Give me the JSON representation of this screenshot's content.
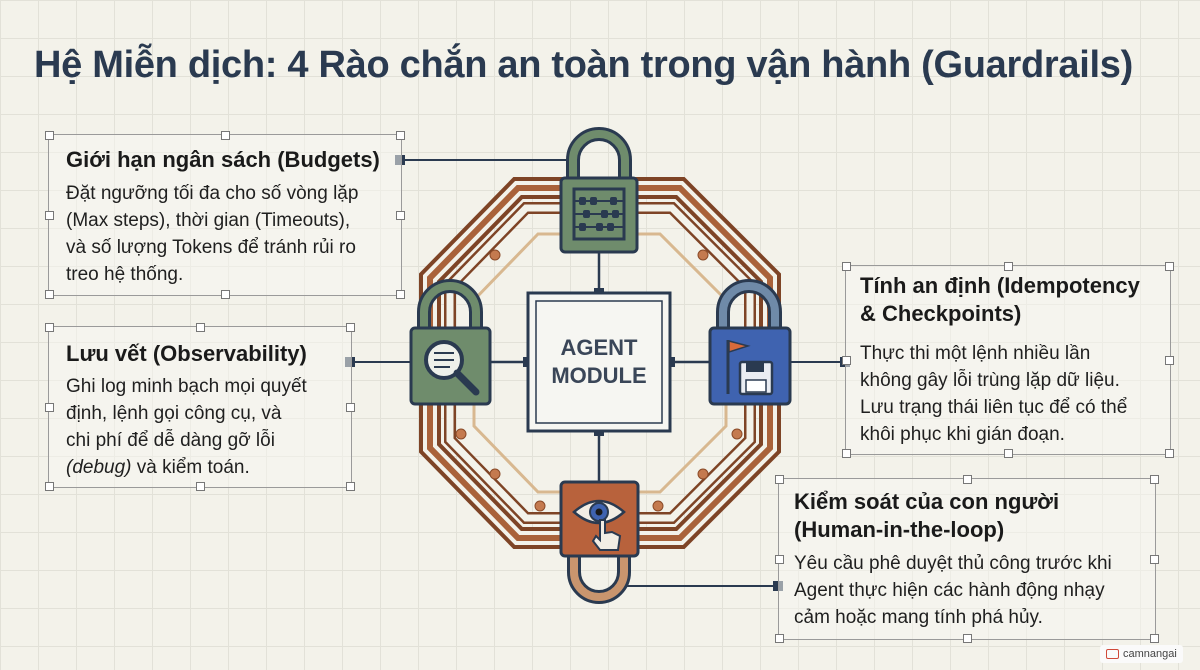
{
  "title": "Hệ Miễn dịch: 4 Rào chắn an toàn trong vận hành (Guardrails)",
  "center": {
    "line1": "AGENT",
    "line2": "MODULE"
  },
  "guardrails": [
    {
      "id": "budgets",
      "title": "Giới hạn ngân sách (Budgets)",
      "body": [
        "Đặt ngưỡng tối đa cho số vòng lặp",
        "(Max steps), thời gian (Timeouts),",
        "và số lượng Tokens để tránh rủi ro",
        "treo hệ thống."
      ],
      "icon": "abacus-lock-icon",
      "color": "#6f8c6c"
    },
    {
      "id": "observability",
      "title": "Lưu vết (Observability)",
      "body": [
        "Ghi log minh bạch mọi quyết",
        "định, lệnh gọi công cụ, và",
        "chi phí để dễ dàng gỡ lỗi",
        "(debug) và kiểm toán."
      ],
      "body_italic": "debug",
      "icon": "magnifier-lock-icon",
      "color": "#6f8c6c"
    },
    {
      "id": "idempotency",
      "title_lines": [
        "Tính an định (Idempotency",
        "& Checkpoints)"
      ],
      "body": [
        "Thực thi một lệnh nhiều lần",
        "không gây lỗi trùng lặp dữ liệu.",
        "Lưu trạng thái liên tục để có thể",
        "khôi phục khi gián đoạn."
      ],
      "icon": "flag-save-lock-icon",
      "color": "#3f63b0"
    },
    {
      "id": "human",
      "title_lines": [
        "Kiểm soát của con người",
        "(Human-in-the-loop)"
      ],
      "body": [
        "Yêu cầu phê duyệt thủ công trước khi",
        "Agent thực hiện các hành động nhạy",
        "cảm hoặc mang tính phá hủy."
      ],
      "icon": "eye-hand-lock-icon",
      "color": "#b8623c"
    }
  ],
  "brand": "camnangai",
  "colors": {
    "title": "#2a3a50",
    "octagon": "#8a4a28",
    "octagon_fill": "#e8c9a4",
    "green_lock": "#6f8c6c",
    "blue_lock": "#3f63b0",
    "orange_lock": "#b8623c"
  }
}
